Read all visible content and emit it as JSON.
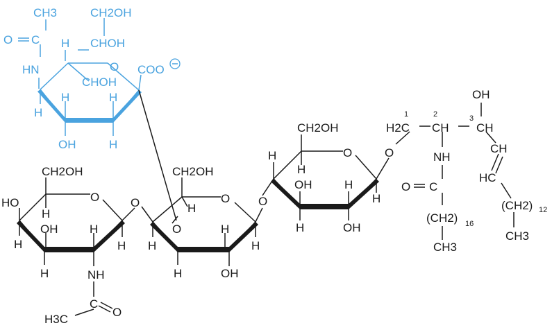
{
  "colors": {
    "black": "#1a1a1a",
    "blue": "#4aa3df"
  },
  "sialic": {
    "methyl": "CH3",
    "carbonyl_o": "O",
    "acyl_c": "C",
    "nh": "HN",
    "ch2oh": "CH2OH",
    "choh_upper": "CHOH",
    "choh_lower": "CHOH",
    "h_c4": "H",
    "ring_o": "O",
    "carboxylate": "COO",
    "charge": "−",
    "h_left": "H",
    "h_mid": "H",
    "h_right_top": "H",
    "oh_bottom": "OH",
    "h_bottom_right": "H"
  },
  "galnac": {
    "ch2oh": "CH2OH",
    "ring_o": "O",
    "ho_left": "HO",
    "h_upper": "H",
    "oh_inner": "OH",
    "h_inner": "H",
    "h_c1": "H",
    "h_left_low": "H",
    "h_bottom": "H",
    "nh": "NH",
    "acyl_c": "C",
    "acyl_o": "O",
    "methyl": "H3C"
  },
  "galactose": {
    "ch2oh": "CH2OH",
    "ring_o": "O",
    "h_c4": "H",
    "link_o": "O",
    "h_left": "H",
    "h_inner": "H",
    "h_right": "H",
    "h_bottom_left": "H",
    "oh_bottom": "OH",
    "glyc_o": "O"
  },
  "glucose": {
    "ch2oh": "CH2OH",
    "ring_o": "O",
    "h_left": "H",
    "h_c4": "H",
    "oh_c3": "OH",
    "h_c2": "H",
    "h_c1": "H",
    "h_bottom": "H",
    "oh_bottom": "OH",
    "link_o": "O",
    "glyc_o": "O"
  },
  "ceramide": {
    "c1": "H2C",
    "c2": "CH",
    "c3": "CH",
    "oh": "OH",
    "nh": "NH",
    "n1": "1",
    "n2": "2",
    "n3": "3",
    "carbonyl_o": "O",
    "acyl_c": "C",
    "acyl_chain": "(CH2)",
    "acyl_n": "16",
    "acyl_end": "CH3",
    "vinyl1": "CH",
    "vinyl2": "HC",
    "chain": "(CH2)",
    "chain_n": "12",
    "chain_end": "CH3"
  }
}
